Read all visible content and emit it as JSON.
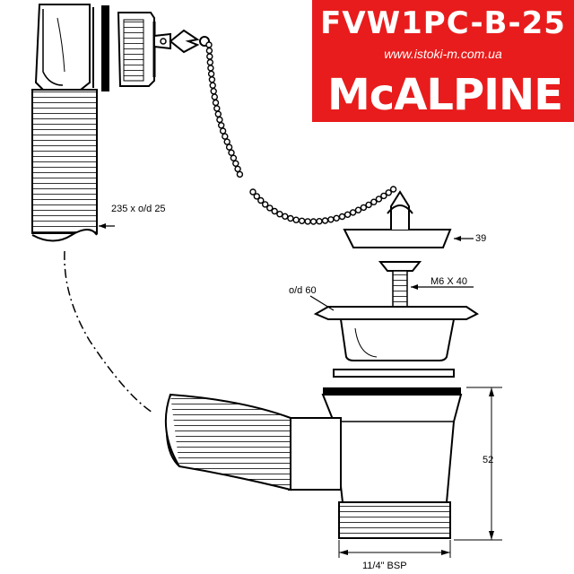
{
  "brand": {
    "product_code": "FVW1PC-B-25",
    "website": "www.istoki-m.com.ua",
    "logo_text": "McALPINE",
    "background_color": "#e81c1c",
    "text_color": "#ffffff"
  },
  "labels": {
    "hose": "235 x o/d 25",
    "plug": "39",
    "screw": "M6 X 40",
    "flange": "o/d 60",
    "height": "52",
    "thread": "11/4\" BSP"
  }
}
